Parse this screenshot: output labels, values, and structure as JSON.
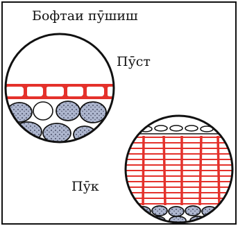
{
  "title": "Бофтаи пӯшиш",
  "labels": {
    "top_circle": "Пӯст",
    "bottom_circle": "Пӯк"
  },
  "colors": {
    "cell_wall": "#e4312b",
    "outline": "#111111",
    "grain_fill": "#aeb7cf"
  }
}
